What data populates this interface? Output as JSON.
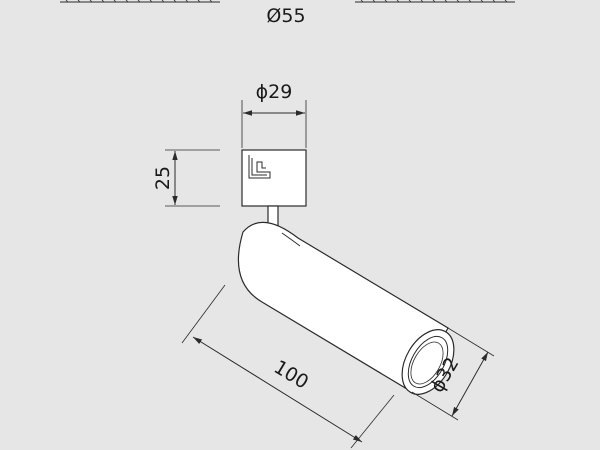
{
  "dimensions": {
    "top_diameter": "Ø55",
    "base_diameter": "ϕ29",
    "base_height": "25",
    "body_length": "100",
    "body_diameter": "ϕ32"
  }
}
